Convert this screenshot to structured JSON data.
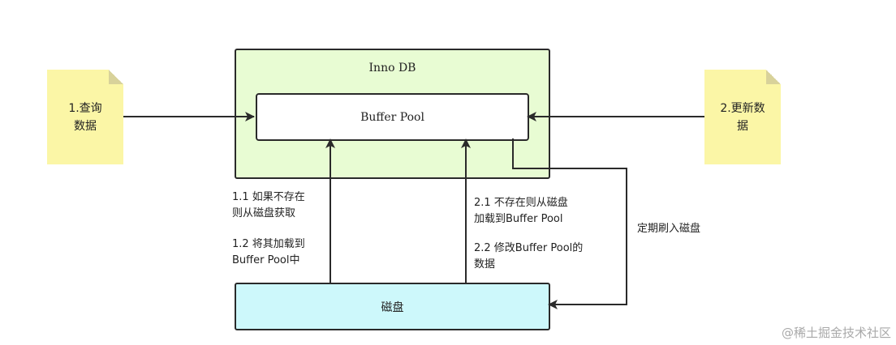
{
  "nodes": {
    "query_note": "1.查询\n数据",
    "update_note": "2.更新数\n据",
    "innodb_title": "Inno DB",
    "buffer_pool": "Buffer Pool",
    "disk": "磁盘"
  },
  "labels": {
    "step_1_1_line1": "1.1 如果不存在",
    "step_1_1_line2": "则从磁盘获取",
    "step_1_2_line1": "1.2 将其加载到",
    "step_1_2_line2": "Buffer Pool中",
    "step_2_1_line1": "2.1 不存在则从磁盘",
    "step_2_1_line2": "加载到Buffer Pool",
    "step_2_2_line1": "2.2 修改Buffer Pool的",
    "step_2_2_line2": "数据",
    "flush": "定期刷入磁盘"
  },
  "watermark": "@稀土掘金技术社区",
  "colors": {
    "note": "#fbf6a6",
    "innodb": "#e8fcd3",
    "disk": "#cdf8fb",
    "stroke": "#2a2a2a"
  }
}
